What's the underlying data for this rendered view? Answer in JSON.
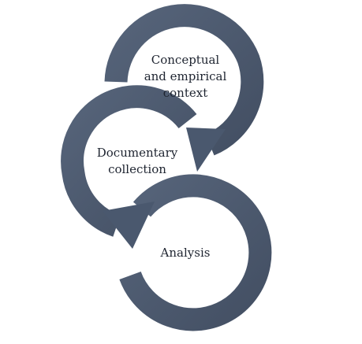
{
  "diagram": {
    "type": "cycle",
    "colors": {
      "ring_fill": "#4a586e",
      "ring_highlight": "#5a687e",
      "text": "#1e2430",
      "background": "#ffffff"
    },
    "stages": [
      {
        "id": "stage-1",
        "lines": [
          "Conceptual",
          "and empirical",
          "context"
        ]
      },
      {
        "id": "stage-2",
        "lines": [
          "Documentary",
          "collection"
        ]
      },
      {
        "id": "stage-3",
        "lines": [
          "Analysis"
        ]
      }
    ],
    "connections": [
      {
        "from": "stage-1",
        "to": "stage-2",
        "style": "curved-arrow"
      },
      {
        "from": "stage-2",
        "to": "stage-3",
        "style": "curved-arrow"
      }
    ]
  }
}
